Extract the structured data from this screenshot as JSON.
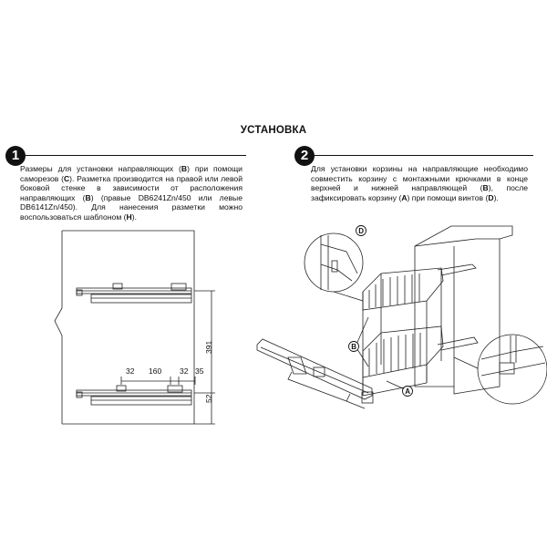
{
  "title": "УСТАНОВКА",
  "step1": {
    "number": "1",
    "text": {
      "p1": "Размеры для установки направляющих (",
      "b1": "B",
      "p2": ") при помощи саморезов (",
      "b2": "C",
      "p3": "). Разметка производится на правой или левой боковой стенке в зависимости от расположения направляющих (",
      "b3": "B",
      "p4": ") (правые DB6241Zn/450 или левые DB6141Zn/450). Для нанесения разметки можно воспользоваться шаблоном (",
      "b4": "H",
      "p5": ")."
    },
    "dimensions": {
      "d32a": "32",
      "d160": "160",
      "d32b": "32",
      "d35": "35",
      "d391": "391",
      "d52": "52"
    }
  },
  "step2": {
    "number": "2",
    "text": {
      "p1": "Для установки корзины на направляющие необходимо совместить корзину с монтажными крючками в конце верхней и нижней направляющей (",
      "b1": "B",
      "p2": "), после зафиксировать корзину (",
      "b2": "A",
      "p3": ") при помощи винтов (",
      "b3": "D",
      "p4": ")."
    },
    "callouts": {
      "d": "D",
      "b": "B",
      "a": "A"
    }
  }
}
